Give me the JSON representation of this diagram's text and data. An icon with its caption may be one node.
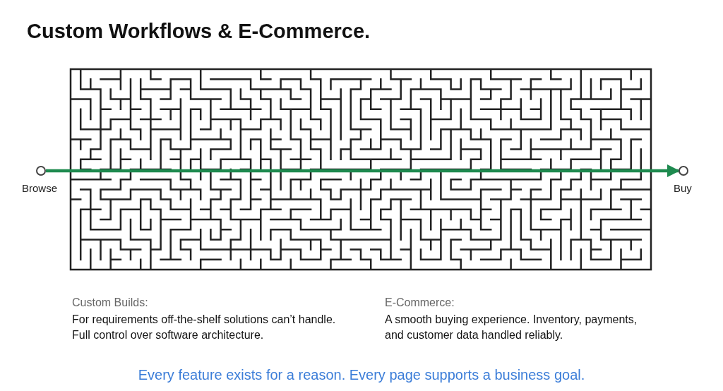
{
  "diagram": {
    "title": "Custom Workflows & E-Commerce.",
    "caption": "Every feature exists for a reason. Every page supports a business goal.",
    "nodes": [
      {
        "text": [],
        "shape": "circle",
        "beside": [
          "Browse"
        ]
      },
      {
        "text": [],
        "shape": "circle",
        "beside": [
          "Buy"
        ]
      }
    ],
    "edges": [
      {
        "from": 0,
        "to": 1,
        "arrow": "to"
      }
    ],
    "labels": [
      "Custom Builds:",
      "For requirements off-the-shelf solutions can’t handle. Full control over software architecture.",
      "E-Commerce:",
      "A smooth buying experience. Inventory, payments, and customer data handled reliably."
    ]
  }
}
